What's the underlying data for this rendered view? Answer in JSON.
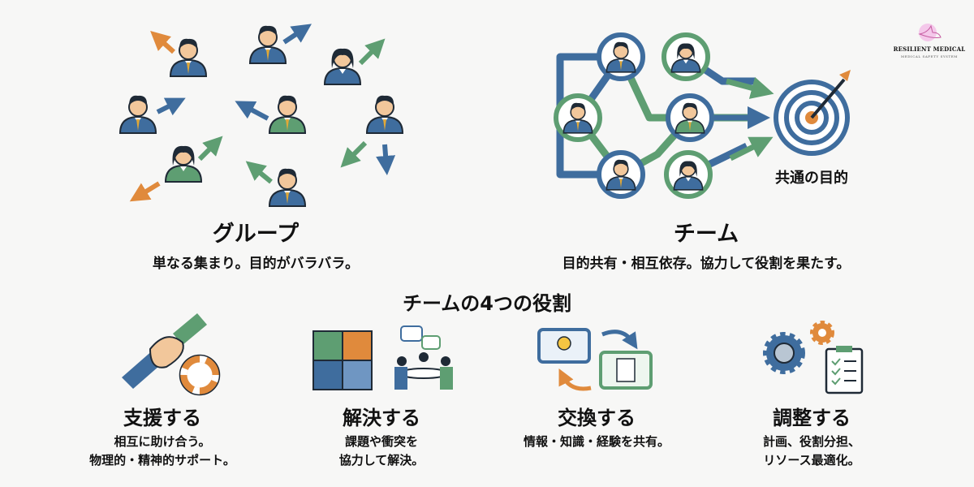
{
  "logo": {
    "name": "RESILIENT MEDICAL",
    "tagline": "MEDICAL SAFETY SYSTEM"
  },
  "group": {
    "title": "グループ",
    "description": "単なる集まり。目的がバラバラ。"
  },
  "team": {
    "title": "チーム",
    "description": "目的共有・相互依存。協力して役割を果たす。",
    "goal_label": "共通の目的"
  },
  "roles_heading": "チームの4つの役割",
  "roles": [
    {
      "title": "支援する",
      "lines": [
        "相互に助け合う。",
        "物理的・精神的サポート。"
      ],
      "icon": "handshake-lifebuoy-icon"
    },
    {
      "title": "解決する",
      "lines": [
        "課題や衝突を",
        "協力して解決。"
      ],
      "icon": "puzzle-meeting-icon"
    },
    {
      "title": "交換する",
      "lines": [
        "情報・知識・経験を共有。"
      ],
      "icon": "idea-exchange-icon"
    },
    {
      "title": "調整する",
      "lines": [
        "計画、役割分担、",
        "リソース最適化。"
      ],
      "icon": "gears-checklist-icon"
    }
  ],
  "colors": {
    "blue": "#3f6d9e",
    "green": "#5e9e72",
    "orange": "#e08a3c",
    "dark": "#1f2a36"
  }
}
